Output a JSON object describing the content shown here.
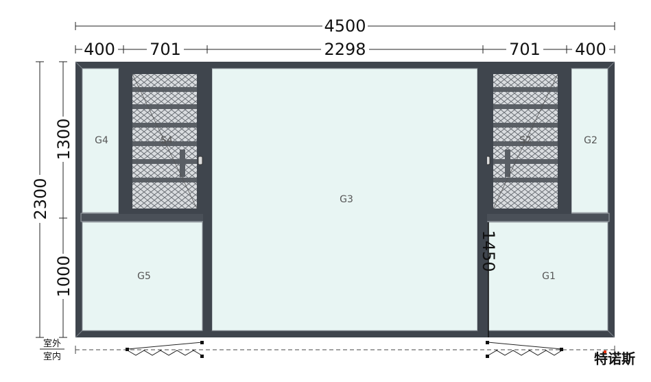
{
  "dimensions": {
    "total_width": "4500",
    "widths": [
      "400",
      "701",
      "2298",
      "701",
      "400"
    ],
    "total_height": "2300",
    "upper_height": "1300",
    "lower_height": "1000",
    "door_height": "1450"
  },
  "panes": {
    "g1": "G1",
    "g2": "G2",
    "g3": "G3",
    "g4": "G4",
    "g5": "G5",
    "s2": "S2",
    "s4": "S4"
  },
  "sides": {
    "outdoor": "室外",
    "indoor": "室内"
  },
  "brand": {
    "logo_text": "特诺斯",
    "accent": "#e63312"
  },
  "colors": {
    "frame": "#3f454d",
    "glass": "#e8f5f3",
    "mesh": "#6a6f75"
  }
}
